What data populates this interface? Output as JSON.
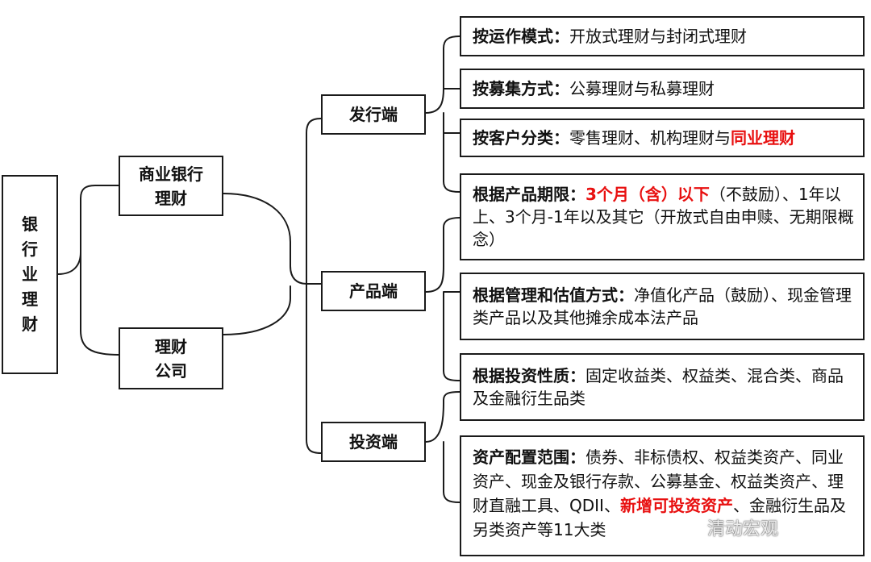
{
  "root": {
    "chars": [
      "银",
      "行",
      "业",
      "理",
      "财"
    ]
  },
  "level1": [
    {
      "line1": "商业银行",
      "line2": "理财"
    },
    {
      "line1": "理财",
      "line2": "公司"
    }
  ],
  "level2": [
    {
      "label": "发行端"
    },
    {
      "label": "产品端"
    },
    {
      "label": "投资端"
    }
  ],
  "leaves": {
    "operation": {
      "head": "按运作模式：",
      "body": "开放式理财与封闭式理财"
    },
    "raising": {
      "head": "按募集方式：",
      "body": "公募理财与私募理财"
    },
    "client": {
      "head": "按客户分类：",
      "body": "零售理财、机构理财与",
      "highlight": "同业理财"
    },
    "term": {
      "head": "根据产品期限：",
      "highlight": "3个月（含）以下",
      "body": "（不鼓励）、1年以上、3个月-1年以及其它（开放式自由申赎、无期限概念）"
    },
    "valuation": {
      "head": "根据管理和估值方式：",
      "body": "净值化产品（鼓励）、现金管理类产品以及其他摊余成本法产品"
    },
    "nature": {
      "head": "根据投资性质：",
      "body": "固定收益类、权益类、混合类、商品及金融衍生品类"
    },
    "allocation": {
      "head": "资产配置范围：",
      "body": "债券、非标债权、权益类资产、同业资产、现金及银行存款、公募基金、权益类资产、理财直融工具、QDII、",
      "highlight": "新增可投资资产",
      "tail": "、金融衍生品及另类资产等11大类"
    }
  },
  "watermark": "清动宏观"
}
